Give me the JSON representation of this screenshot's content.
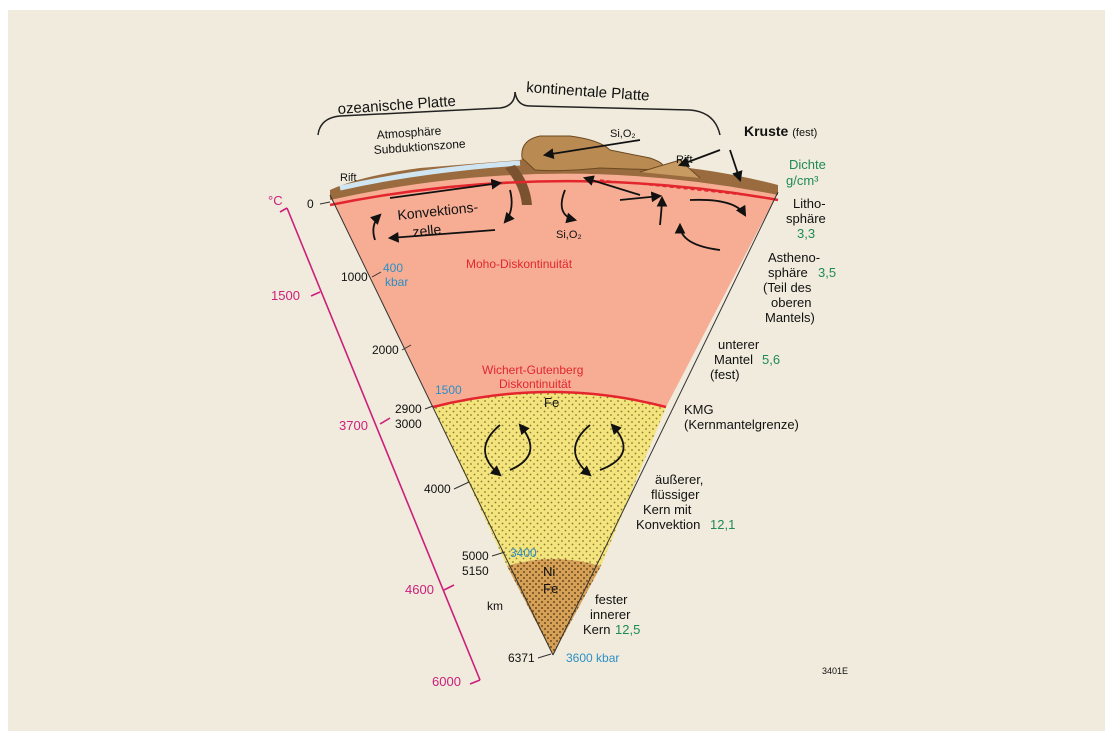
{
  "plates": {
    "oceanic": "ozeanische Platte",
    "continental": "kontinentale Platte"
  },
  "zones": {
    "atmosphere": "Atmosphäre",
    "subduction": "Subduktionszone",
    "sio2_top": "Si,O₂",
    "sio2_mid": "Si,O₂",
    "rift_left": "Rift",
    "rift_right": "Rift",
    "convection": [
      "Konvektions-",
      "zelle"
    ],
    "moho": "Moho-Diskontinuität",
    "wichert": [
      "Wichert-Gutenberg",
      "Diskontinuität"
    ],
    "fe_outer": "Fe",
    "ni": "Ni",
    "fe_inner": "Fe"
  },
  "crust": {
    "bold": "Kruste",
    "normal": "(fest)"
  },
  "density_header": [
    "Dichte",
    "g/cm³"
  ],
  "layers": {
    "litho": [
      "Litho-",
      "sphäre"
    ],
    "litho_val": "3,3",
    "astheno": [
      "Astheno-",
      "sphäre",
      "(Teil des",
      "oberen",
      "Mantels)"
    ],
    "astheno_val": "3,5",
    "lower_mantle": [
      "unterer",
      "Mantel",
      "(fest)"
    ],
    "lower_mantle_val": "5,6",
    "kmg": [
      "KMG",
      "(Kernmantelgrenze)"
    ],
    "outer_core": [
      "äußerer,",
      "flüssiger",
      "Kern mit",
      "Konvektion"
    ],
    "outer_core_val": "12,1",
    "inner_core": [
      "fester",
      "innerer",
      "Kern"
    ],
    "inner_core_val": "12,5"
  },
  "depth_km": [
    "0",
    "1000",
    "2000",
    "2900",
    "3000",
    "4000",
    "5000",
    "5150",
    "6371"
  ],
  "km_unit": "km",
  "temperature_unit": "°C",
  "temperatures": [
    "1500",
    "3700",
    "4600",
    "6000"
  ],
  "pressures": {
    "p400": "400",
    "kbar": "kbar",
    "p1500": "1500",
    "p3400": "3400",
    "p3600": "3600 kbar"
  },
  "figure_code": "3401E",
  "colors": {
    "background": "#f1ebdd",
    "mantle": "#f6ad94",
    "outer_core": "#f4e47e",
    "inner_core": "#d6a157",
    "boundary_red": "#e3262e",
    "temperature_magenta": "#cc1f7b",
    "density_green": "#1e8a55",
    "pressure_blue": "#2c8fc5",
    "crust_brown": "#9a6b3f"
  }
}
